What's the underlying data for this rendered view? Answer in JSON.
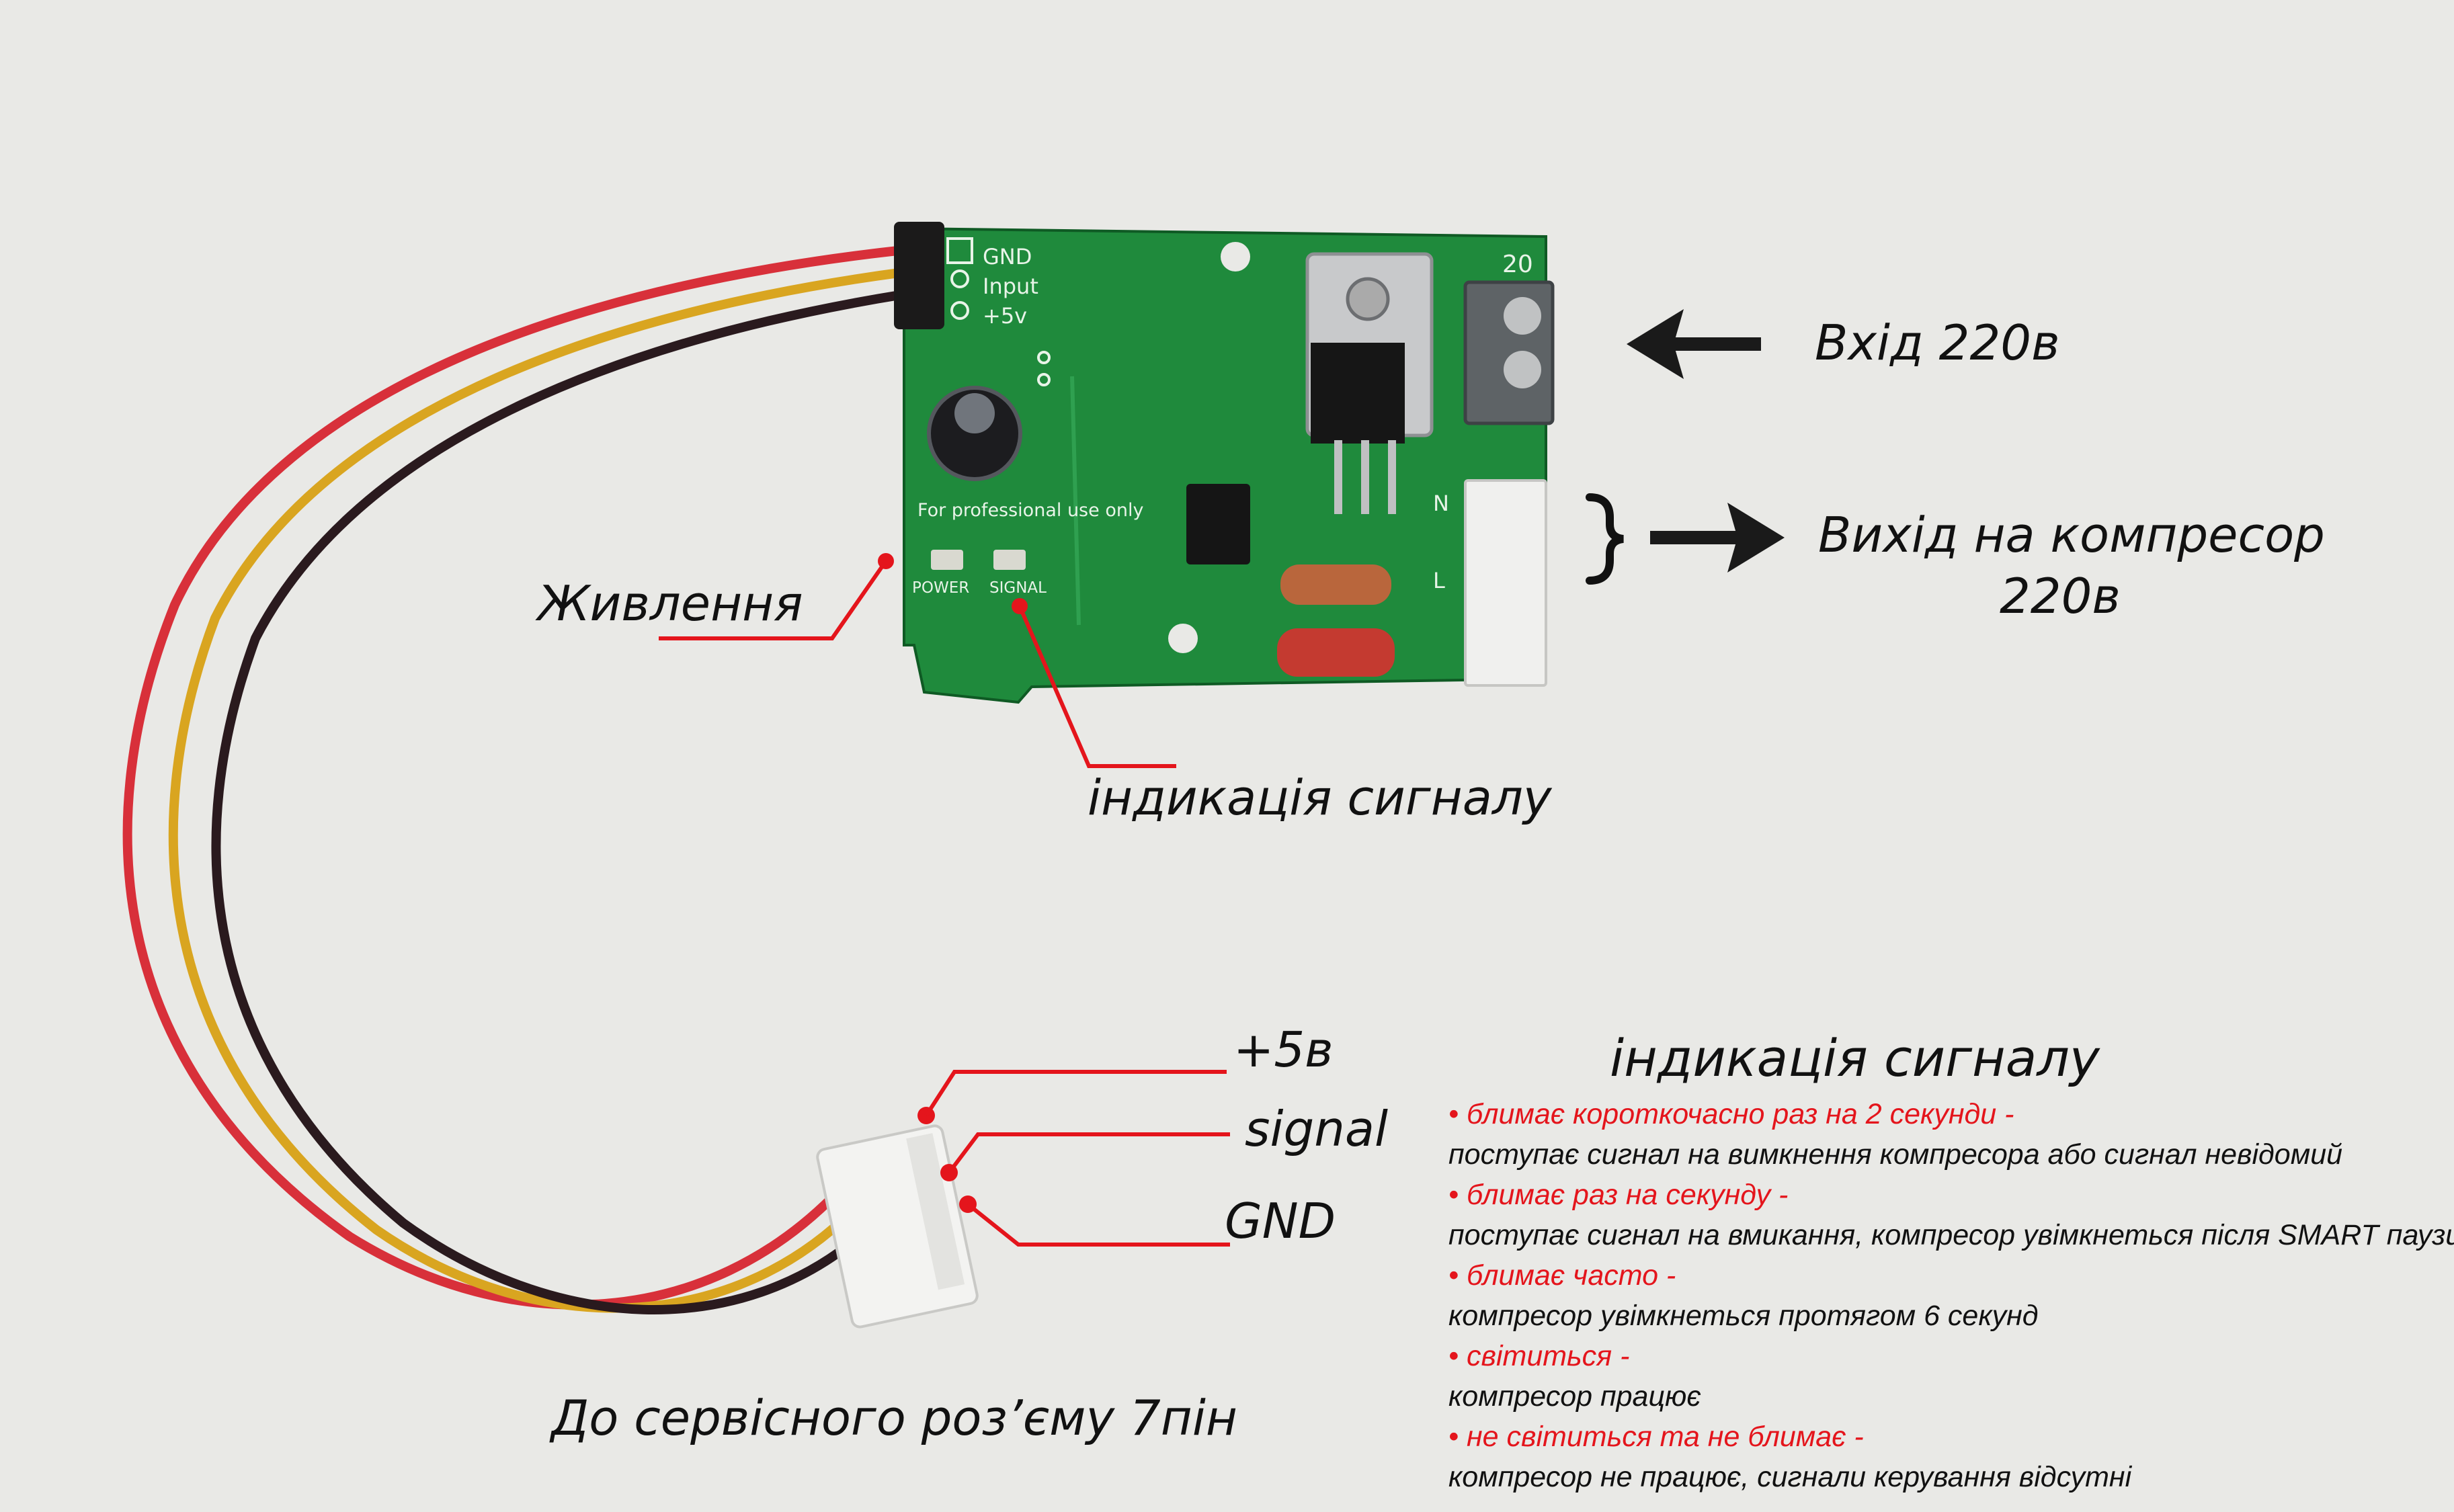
{
  "pcb": {
    "header_labels": [
      "GND",
      "Input",
      "+5v"
    ],
    "note": "For professional use only",
    "led_labels": [
      "POWER",
      "SIGNAL"
    ],
    "terminal_marks": [
      "N",
      "L"
    ],
    "edge_mark": "20"
  },
  "annotations": {
    "input_220": "Вхід 220в",
    "output_compressor_line1": "Вихід на компресор",
    "output_compressor_line2": "220в",
    "power": "Живлення",
    "signal_indication": "індикація сигналу",
    "pin_5v": "+5в",
    "pin_signal": "signal",
    "pin_gnd": "GND",
    "service_connector": "До сервісного роз’єму 7пін"
  },
  "legend": {
    "title": "індикація сигналу",
    "items": [
      {
        "state": "• блимає короткочасно раз на 2 секунди -",
        "meaning": "поступає сигнал на вимкнення компресора або сигнал невідомий"
      },
      {
        "state": "• блимає раз на секунду -",
        "meaning": "поступає сигнал на вмикання, компресор увімкнеться після SMART паузи"
      },
      {
        "state": "• блимає часто -",
        "meaning": "компресор увімкнеться протягом 6 секунд"
      },
      {
        "state": "• світиться -",
        "meaning": "компресор працює"
      },
      {
        "state": "• не світиться та не блимає -",
        "meaning": "компресор не працює, сигнали керування відсутні"
      }
    ]
  },
  "colors": {
    "background": "#e9e9e6",
    "pcb_green": "#1f8a3c",
    "pointer_red": "#e4151c",
    "wire_red": "#d8303a",
    "wire_yellow": "#d9a520",
    "wire_black": "#2a1a1e"
  }
}
